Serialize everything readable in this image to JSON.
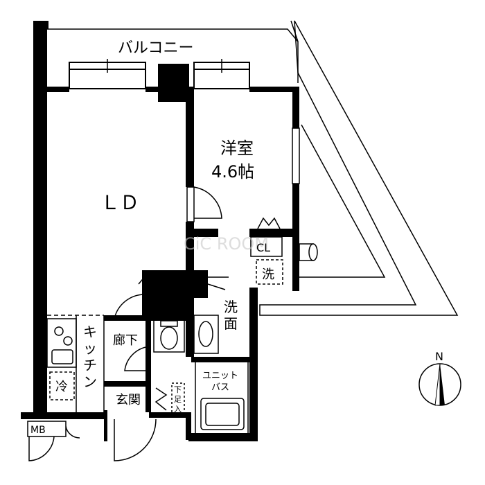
{
  "rooms": {
    "balcony": "バルコニー",
    "western_room": "洋室",
    "western_room_size": "4.6帖",
    "ld": "ＬＤ",
    "kitchen": "キッチン",
    "hallway": "廊下",
    "entrance": "玄関",
    "washroom_1": "洗",
    "washroom_2": "面",
    "unit_bath_1": "ユニット",
    "unit_bath_2": "バス",
    "closet": "CL",
    "shoe_box": [
      "下",
      "足",
      "入"
    ]
  },
  "fixtures": {
    "washer": "洗",
    "fridge": "冷",
    "meter_box": "MB"
  },
  "compass": {
    "north": "N"
  },
  "watermark": "CiC ROOM"
}
